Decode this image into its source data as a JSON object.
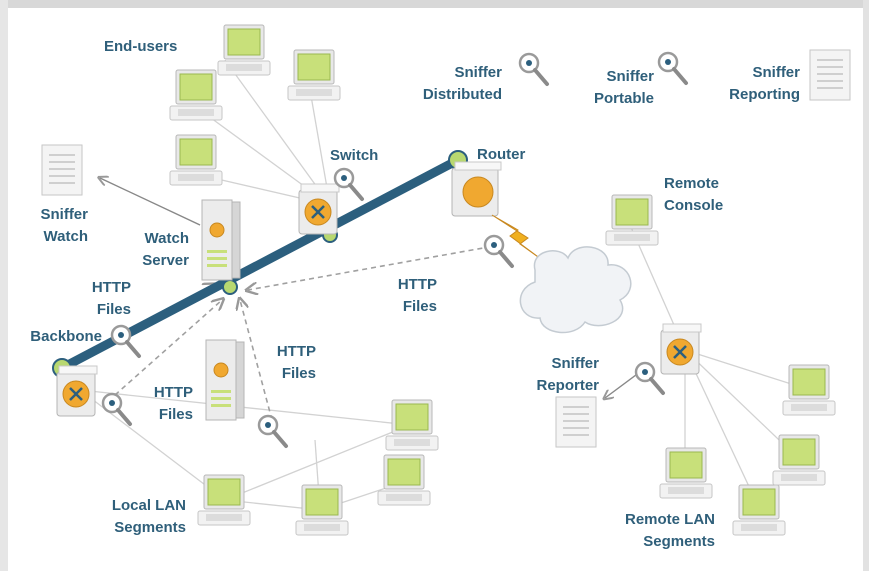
{
  "labels": {
    "end_users": "End-users",
    "sniffer_distributed_1": "Sniffer",
    "sniffer_distributed_2": "Distributed",
    "sniffer_portable_1": "Sniffer",
    "sniffer_portable_2": "Portable",
    "sniffer_reporting_1": "Sniffer",
    "sniffer_reporting_2": "Reporting",
    "switch": "Switch",
    "router": "Router",
    "sniffer_watch_1": "Sniffer",
    "sniffer_watch_2": "Watch",
    "watch_server_1": "Watch",
    "watch_server_2": "Server",
    "remote_console_1": "Remote",
    "remote_console_2": "Console",
    "http_files_left_1": "HTTP",
    "http_files_left_2": "Files",
    "http_files_center_1": "HTTP",
    "http_files_center_2": "Files",
    "http_files_lower_1": "HTTP",
    "http_files_lower_2": "Files",
    "http_files_right_1": "HTTP",
    "http_files_right_2": "Files",
    "backbone": "Backbone",
    "sniffer_reporter_1": "Sniffer",
    "sniffer_reporter_2": "Reporter",
    "local_lan_1": "Local LAN",
    "local_lan_2": "Segments",
    "remote_lan_1": "Remote LAN",
    "remote_lan_2": "Segments"
  },
  "colors": {
    "label": "#2f5f7a",
    "backbone": "#2c5f7e",
    "screen": "#c8e07a",
    "switch_dot": "#f0a830",
    "connector": "#b8d870",
    "lightning": "#f0b020"
  },
  "icons": {
    "computer": "computer-icon",
    "switch": "switch-icon",
    "router": "router-icon",
    "server": "server-icon",
    "sniffer": "magnifier-icon",
    "report": "document-icon",
    "cloud": "cloud-icon",
    "wan_link": "lightning-icon"
  }
}
